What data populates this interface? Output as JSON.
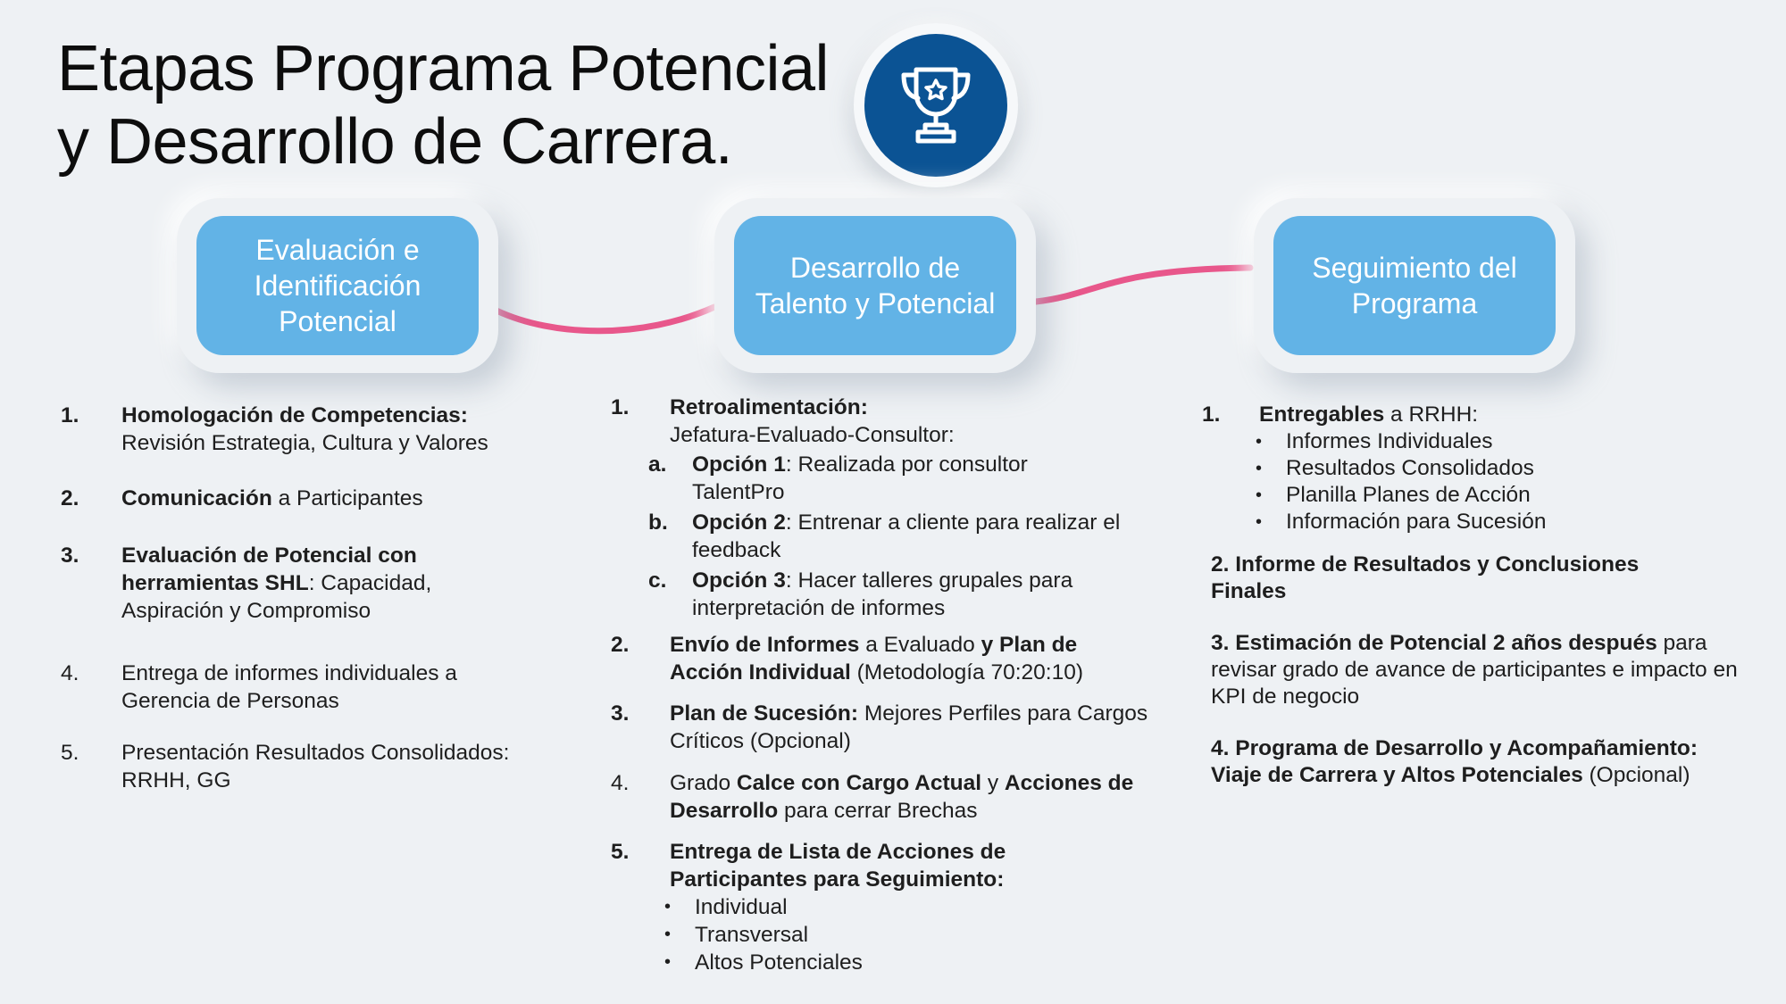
{
  "title": {
    "line1": "Etapas Programa Potencial",
    "line2": "y Desarrollo de Carrera."
  },
  "colors": {
    "accent_dark_blue": "#0b5394",
    "stage_blue": "#62b3e6",
    "connector_pink": "#e8578b",
    "background": "#eef1f4"
  },
  "icons": {
    "badge": "trophy-star-icon"
  },
  "stages": [
    {
      "label": "Evaluación e\nIdentificación\nPotencial"
    },
    {
      "label": "Desarrollo de\nTalento y Potencial"
    },
    {
      "label": "Seguimiento del\nPrograma"
    }
  ],
  "col1": {
    "items": [
      {
        "num": "1.",
        "bold": "Homologación de Competencias:",
        "rest": "Revisión Estrategia, Cultura y Valores"
      },
      {
        "num": "2.",
        "bold": "Comunicación",
        "rest": " a Participantes"
      },
      {
        "num": "3.",
        "bold": "Evaluación de Potencial con herramientas SHL",
        "rest": ": Capacidad, Aspiración y Compromiso"
      },
      {
        "num": "4.",
        "text": "Entrega de informes individuales a Gerencia de Personas"
      },
      {
        "num": "5.",
        "text": "Presentación Resultados Consolidados: RRHH, GG"
      }
    ]
  },
  "col2": {
    "item1": {
      "num": "1.",
      "bold": "Retroalimentación:",
      "rest": "Jefatura-Evaluado-Consultor:",
      "options": [
        {
          "letter": "a.",
          "bold": "Opción 1",
          "rest": ": Realizada por consultor TalentPro"
        },
        {
          "letter": "b.",
          "bold": "Opción 2",
          "rest": ": Entrenar a cliente para realizar el feedback"
        },
        {
          "letter": "c.",
          "bold": "Opción 3",
          "rest": ": Hacer talleres grupales para interpretación de informes"
        }
      ]
    },
    "item2": {
      "num": "2.",
      "b1": "Envío de Informes",
      "t1": " a Evaluado ",
      "b2": "y Plan de Acción Individual",
      "t2": " (Metodología 70:20:10)"
    },
    "item3": {
      "num": "3.",
      "bold": "Plan de Sucesión:",
      "rest": " Mejores Perfiles para Cargos Críticos (Opcional)"
    },
    "item4": {
      "num": "4.",
      "t1": "Grado ",
      "b1": "Calce con Cargo Actual",
      "t2": " y ",
      "b2": "Acciones de Desarrollo",
      "t3": " para cerrar Brechas"
    },
    "item5": {
      "num": "5.",
      "bold": "Entrega de Lista de Acciones de Participantes para Seguimiento:",
      "bullets": [
        "Individual",
        "Transversal",
        "Altos Potenciales"
      ]
    }
  },
  "col3": {
    "item1": {
      "num": "1.",
      "bold": "Entregables",
      "rest": " a RRHH:",
      "bullets": [
        "Informes Individuales",
        "Resultados Consolidados",
        "Planilla Planes de Acción",
        "Información para Sucesión"
      ]
    },
    "item2": {
      "bold": "2. Informe de Resultados y Conclusiones Finales"
    },
    "item3": {
      "bold": "3. Estimación de Potencial 2 años después",
      "rest": " para revisar grado de avance de participantes e impacto en KPI de negocio"
    },
    "item4": {
      "bold": "4. Programa de Desarrollo y Acompañamiento: Viaje de Carrera y Altos Potenciales",
      "rest": " (Opcional)"
    }
  }
}
